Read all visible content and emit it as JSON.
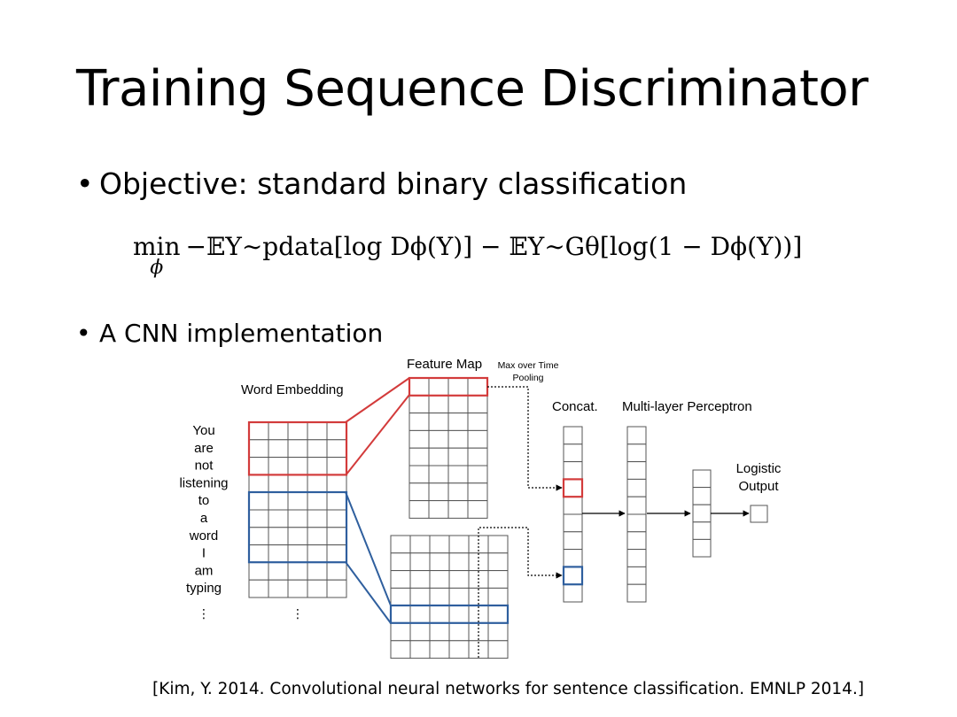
{
  "slide": {
    "title": "Training Sequence Discriminator",
    "bullet_objective": "Objective: standard binary classification",
    "bullet_cnn": "A CNN implementation",
    "citation": "[Kim, Y. 2014. Convolutional neural networks for sentence classification. EMNLP 2014.]"
  },
  "formula": {
    "min": "min",
    "min_sub": "ϕ",
    "body": "−𝔼Y∼pdata[log Dϕ(Y)] − 𝔼Y∼Gθ[log(1 − Dϕ(Y))]"
  },
  "diagram": {
    "label_word_embedding": "Word Embedding",
    "label_feature_map": "Feature Map",
    "label_max_over_time_1": "Max over Time",
    "label_max_over_time_2": "Pooling",
    "label_concat": "Concat.",
    "label_mlp": "Multi-layer Perceptron",
    "label_logistic_1": "Logistic",
    "label_logistic_2": "Output",
    "words": [
      "You",
      "are",
      "not",
      "listening",
      "to",
      "a",
      "word",
      "I",
      "am",
      "typing"
    ],
    "ellipsis": "⋮",
    "colors": {
      "red": "#d33b3b",
      "blue": "#2f5f9e",
      "grid": "#555555",
      "black": "#000000"
    }
  }
}
